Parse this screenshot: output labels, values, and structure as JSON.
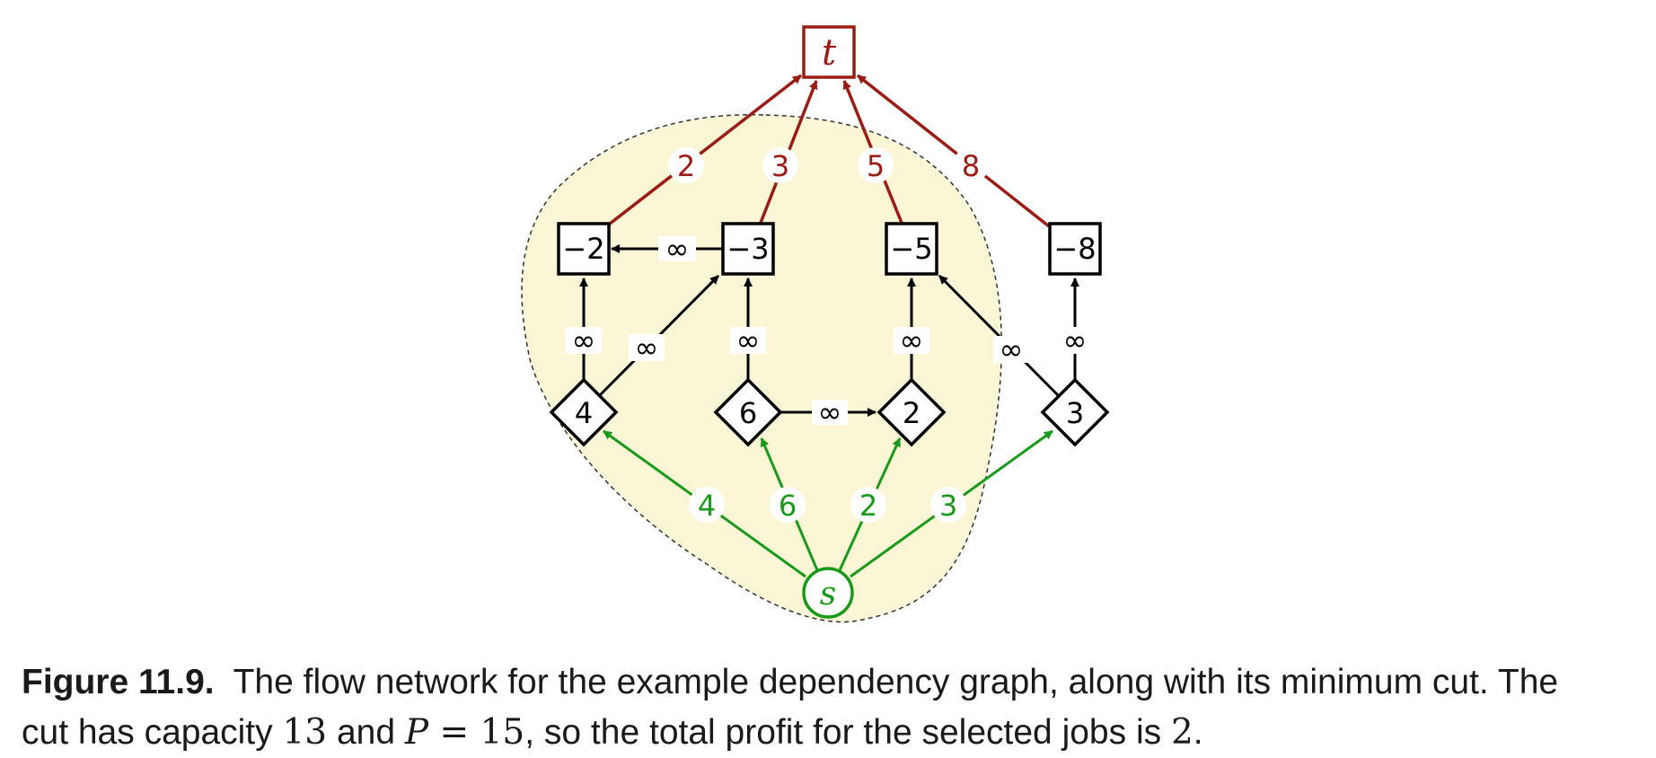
{
  "colors": {
    "sink": "#9b1c14",
    "source": "#1a9a1a",
    "inner": "#000000",
    "cut_region": "#fbf7d6"
  },
  "nodes": {
    "t": "t",
    "s": "s",
    "n_neg2": "−2",
    "n_neg3": "−3",
    "n_neg5": "−5",
    "n_neg8": "−8",
    "d4": "4",
    "d6": "6",
    "d2": "2",
    "d3": "3"
  },
  "sink_capacities": {
    "to_neg2": "2",
    "to_neg3": "3",
    "to_neg5": "5",
    "to_neg8": "8"
  },
  "source_capacities": {
    "to_d4": "4",
    "to_d6": "6",
    "to_d2": "2",
    "to_d3": "3"
  },
  "infinity_label": "∞",
  "caption": {
    "figure_label": "Figure 11.9.",
    "text_1": "The flow network for the example dependency graph, along with its minimum cut. The",
    "text_2a": "cut has capacity ",
    "capacity": "13",
    "text_2b": " and ",
    "P_symbol": "P",
    "P_eq": " = 15",
    "text_2c": ", so the total profit for the selected jobs is ",
    "profit": "2",
    "text_2d": "."
  }
}
